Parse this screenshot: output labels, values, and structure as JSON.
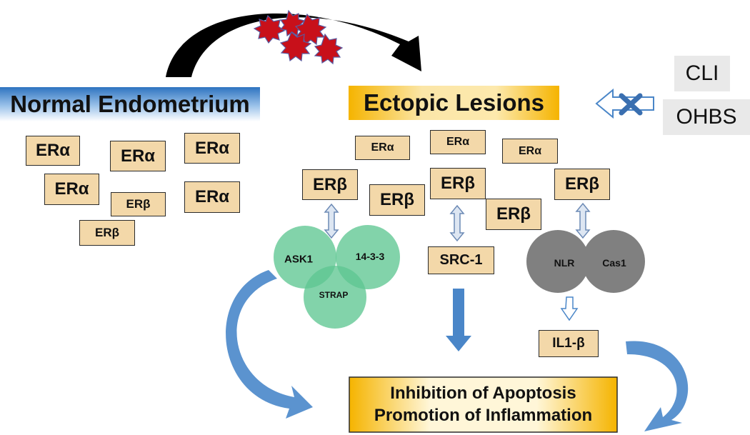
{
  "headers": {
    "normal": "Normal Endometrium",
    "ectopic": "Ectopic Lesions"
  },
  "treatments": {
    "cli": "CLI",
    "ohbs": "OHBS"
  },
  "normal_receptors": [
    "ERα",
    "ERα",
    "ERα",
    "ERα",
    "ERβ",
    "ERα",
    "ERβ"
  ],
  "ectopic_receptors": {
    "era_left": "ERα",
    "era_mid": "ERα",
    "era_right": "ERα",
    "erb_left": "ERβ",
    "erb_left_low": "ERβ",
    "erb_mid": "ERβ",
    "erb_mid_low": "ERβ",
    "erb_right": "ERβ"
  },
  "complex_left": {
    "ask1": "ASK1",
    "p1433": "14-3-3",
    "strap": "STRAP"
  },
  "complex_mid": {
    "src1": "SRC-1"
  },
  "complex_right": {
    "nlr": "NLR",
    "cas1": "Cas1",
    "il1b": "IL1-β"
  },
  "outcome": {
    "line1": "Inhibition of Apoptosis",
    "line2": "Promotion of Inflammation"
  },
  "colors": {
    "receptor_fill": "#f3d8a9",
    "green_circle": "#5fc792",
    "grey_circle": "#808080",
    "blue_arrow": "#4a86c8",
    "burst_red": "#c8101a",
    "normal_header_blue": "#4f8fd0",
    "ectopic_header_gold": "#f5b400"
  }
}
